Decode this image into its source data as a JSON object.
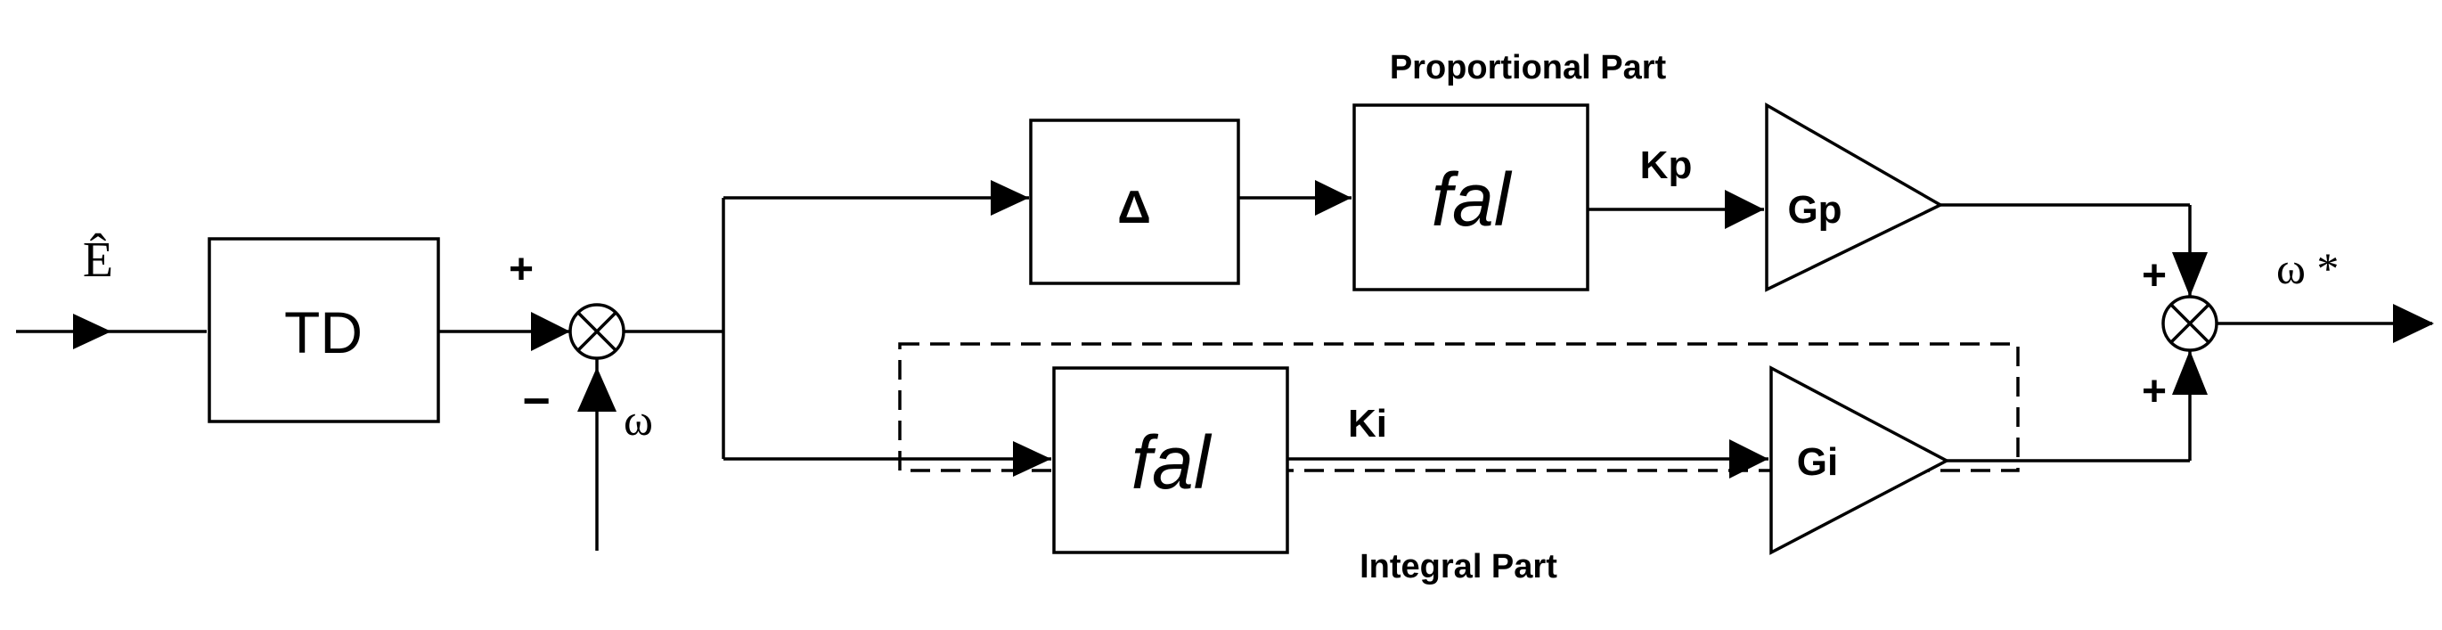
{
  "diagram": {
    "input_label": "Ê",
    "output_label": "ω *",
    "feedback_label": "ω",
    "sum1_plus": "+",
    "sum1_minus": "−",
    "sum2_top_sign": "+",
    "sum2_bottom_sign": "+",
    "blocks": {
      "td": "TD",
      "delta": "Δ",
      "fal_p": "fal",
      "fal_i": "fal",
      "gp": "Gp",
      "gi": "Gi"
    },
    "gains": {
      "kp": "Kp",
      "ki": "Ki"
    },
    "regions": {
      "proportional": "Proportional Part",
      "integral": "Integral Part"
    }
  }
}
